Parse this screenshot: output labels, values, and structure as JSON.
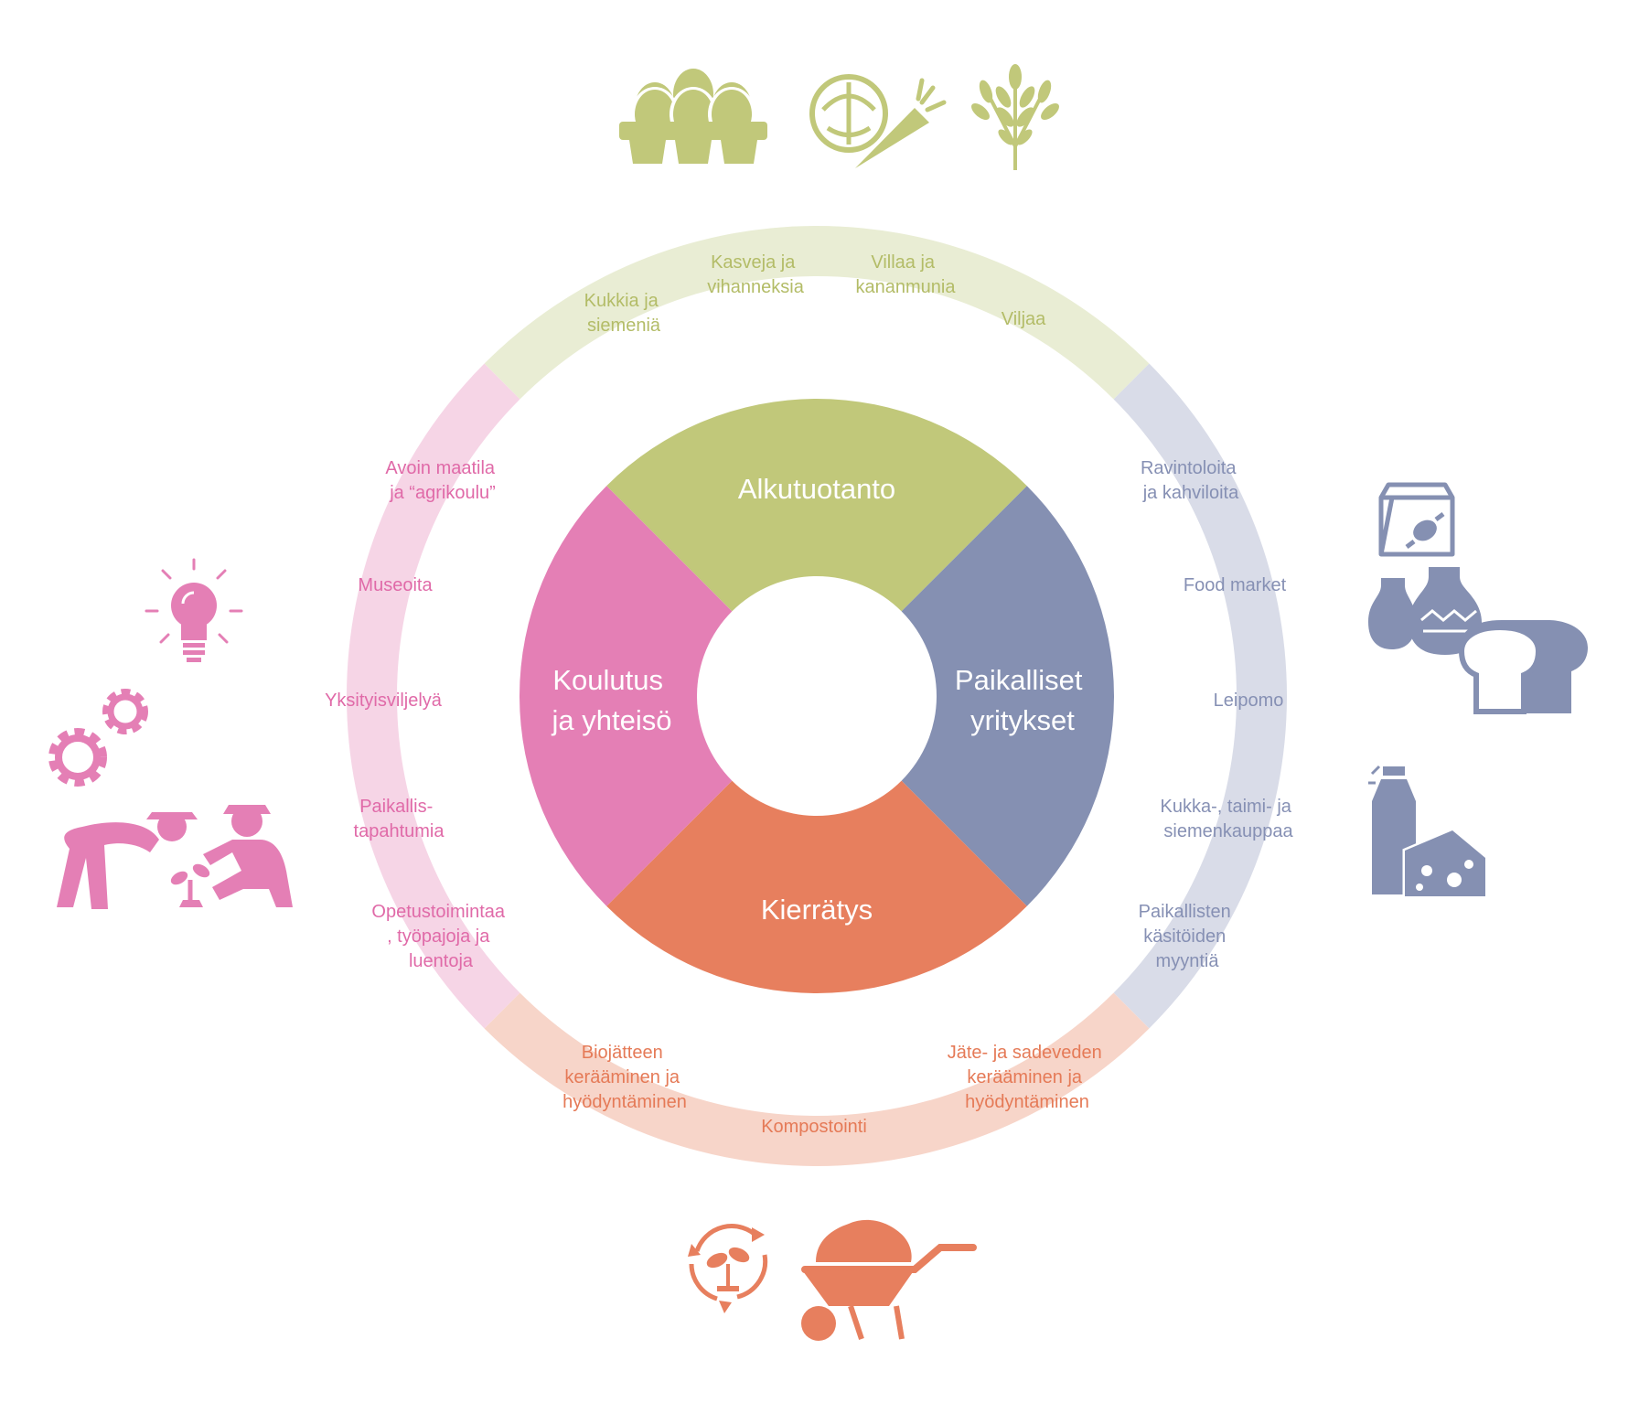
{
  "colors": {
    "green": "#c1c87a",
    "blue": "#8590b2",
    "pink": "#e47fb5",
    "orange": "#e77f5e",
    "ring_green": "#e9edd4",
    "ring_blue": "#d9dce8",
    "ring_pink": "#f6d5e6",
    "ring_orange": "#f7d5c9",
    "text_green": "#b3bc67",
    "text_blue": "#8690b4",
    "text_pink": "#e06aa8",
    "text_orange": "#e57a57"
  },
  "sectors": {
    "top": {
      "lines": [
        "Alkutuotanto"
      ]
    },
    "right": {
      "lines": [
        "Paikalliset",
        "yritykset"
      ]
    },
    "bottom": {
      "lines": [
        "Kierrätys"
      ]
    },
    "left": {
      "lines": [
        "Koulutus",
        "ja yhteisö"
      ]
    }
  },
  "ring_items": {
    "green": [
      {
        "lines": [
          "Kukkia ja",
          "siemeniä"
        ]
      },
      {
        "lines": [
          "Kasveja ja",
          "vihanneksia"
        ]
      },
      {
        "lines": [
          "Villaa ja",
          "kananmunia"
        ]
      },
      {
        "lines": [
          "Viljaa"
        ]
      }
    ],
    "blue": [
      {
        "lines": [
          "Ravintoloita",
          "ja kahviloita"
        ]
      },
      {
        "lines": [
          "Food market"
        ]
      },
      {
        "lines": [
          "Leipomo"
        ]
      },
      {
        "lines": [
          "Kukka-, taimi- ja",
          "siemenkauppaa"
        ]
      },
      {
        "lines": [
          "Paikallisten",
          "käsitöiden",
          "myyntiä"
        ]
      }
    ],
    "orange": [
      {
        "lines": [
          "Biojätteen",
          "kerääminen ja",
          "hyödyntäminen"
        ]
      },
      {
        "lines": [
          "Kompostointi"
        ]
      },
      {
        "lines": [
          "Jäte- ja sadeveden",
          "kerääminen ja",
          "hyödyntäminen"
        ]
      }
    ],
    "pink": [
      {
        "lines": [
          "Avoin maatila",
          "ja “agrikoulu”"
        ]
      },
      {
        "lines": [
          "Museoita"
        ]
      },
      {
        "lines": [
          "Yksityisviljelyä"
        ]
      },
      {
        "lines": [
          "Paikallis-",
          "tapahtumia"
        ]
      },
      {
        "lines": [
          "Opetustoimintaa",
          ", työpajoja ja",
          "luentoja"
        ]
      }
    ]
  },
  "icons": {
    "green": [
      "egg-carton-icon",
      "cabbage-carrot-icon",
      "wheat-icon"
    ],
    "blue": [
      "candy-bag-icon",
      "vases-icon",
      "bread-icon",
      "milk-cheese-icon"
    ],
    "pink": [
      "lightbulb-icon",
      "gears-icon",
      "gardeners-icon"
    ],
    "orange": [
      "plant-recycle-icon",
      "wheelbarrow-icon"
    ]
  }
}
